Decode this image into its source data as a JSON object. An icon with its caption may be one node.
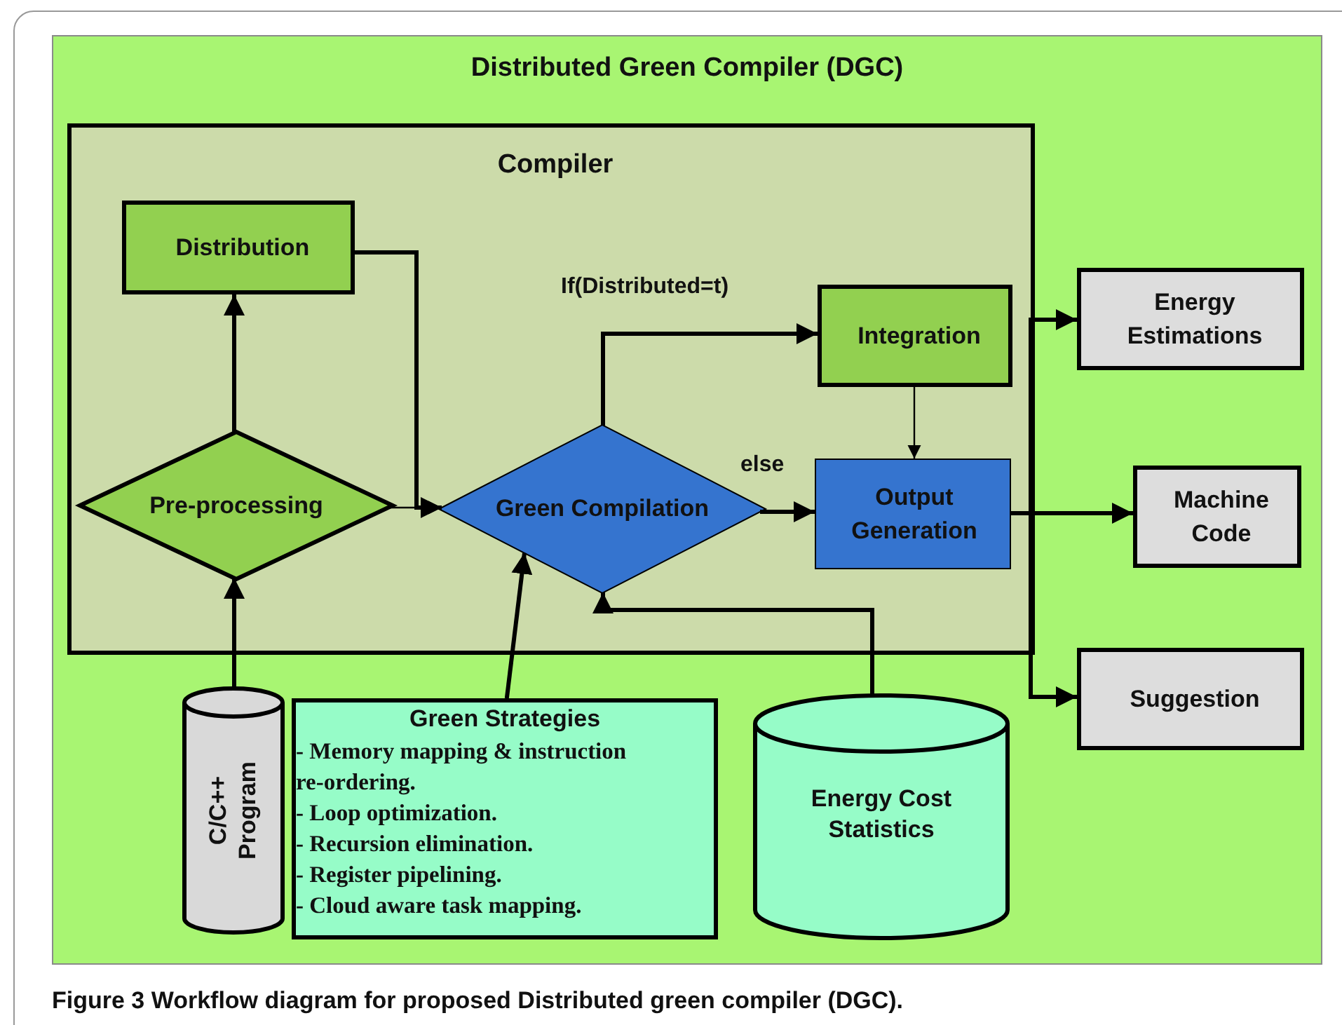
{
  "diagram": {
    "title": "Distributed Green Compiler (DGC)",
    "caption": "Figure 3 Workflow diagram for proposed Distributed green compiler (DGC).",
    "nodes": [
      {
        "text": [],
        "shape": "box"
      },
      {
        "text": [
          "Compiler"
        ],
        "in": 0
      },
      {
        "text": [
          "Distribution"
        ],
        "in": 1
      },
      {
        "text": [
          "Pre-processing"
        ],
        "in": 1
      },
      {
        "text": [
          "Green Compilation"
        ],
        "in": 1
      },
      {
        "text": [
          "Integration"
        ],
        "in": 1
      },
      {
        "text": [
          "Output Generation"
        ],
        "in": 1
      },
      {
        "text": [
          "Energy Estimations"
        ],
        "in": 0
      },
      {
        "text": [
          "Machine Code"
        ],
        "in": 0
      },
      {
        "text": [
          "Suggestion"
        ],
        "in": 0
      },
      {
        "text": [
          "C/C++ Program"
        ],
        "in": 0
      },
      {
        "text": [
          "Green Strategies",
          "- Memory mapping & instruction re-ordering.",
          "- Loop optimization.",
          "- Recursion elimination.",
          "- Register pipelining.",
          "- Cloud aware task mapping."
        ],
        "in": 0
      },
      {
        "text": [
          "Energy Cost Statistics"
        ],
        "in": 0
      }
    ],
    "edges": [
      {
        "from": 10,
        "to": 3,
        "arrow": "to"
      },
      {
        "from": 3,
        "to": 2,
        "arrow": "to"
      },
      {
        "from": 2,
        "to": 4,
        "arrow": "to"
      },
      {
        "from": 3,
        "to": 4,
        "arrow": "to"
      },
      {
        "from": 4,
        "to": 5,
        "arrow": "to",
        "label": "If(Distributed=t)"
      },
      {
        "from": 4,
        "to": 6,
        "arrow": "to",
        "label": "else"
      },
      {
        "from": 5,
        "to": 6,
        "arrow": "to"
      },
      {
        "from": 11,
        "to": 4,
        "arrow": "to"
      },
      {
        "from": 12,
        "to": 4,
        "arrow": "to"
      },
      {
        "from": 6,
        "to": 7,
        "arrow": "to"
      },
      {
        "from": 6,
        "to": 8,
        "arrow": "to"
      },
      {
        "from": 6,
        "to": 9,
        "arrow": "to"
      }
    ]
  }
}
